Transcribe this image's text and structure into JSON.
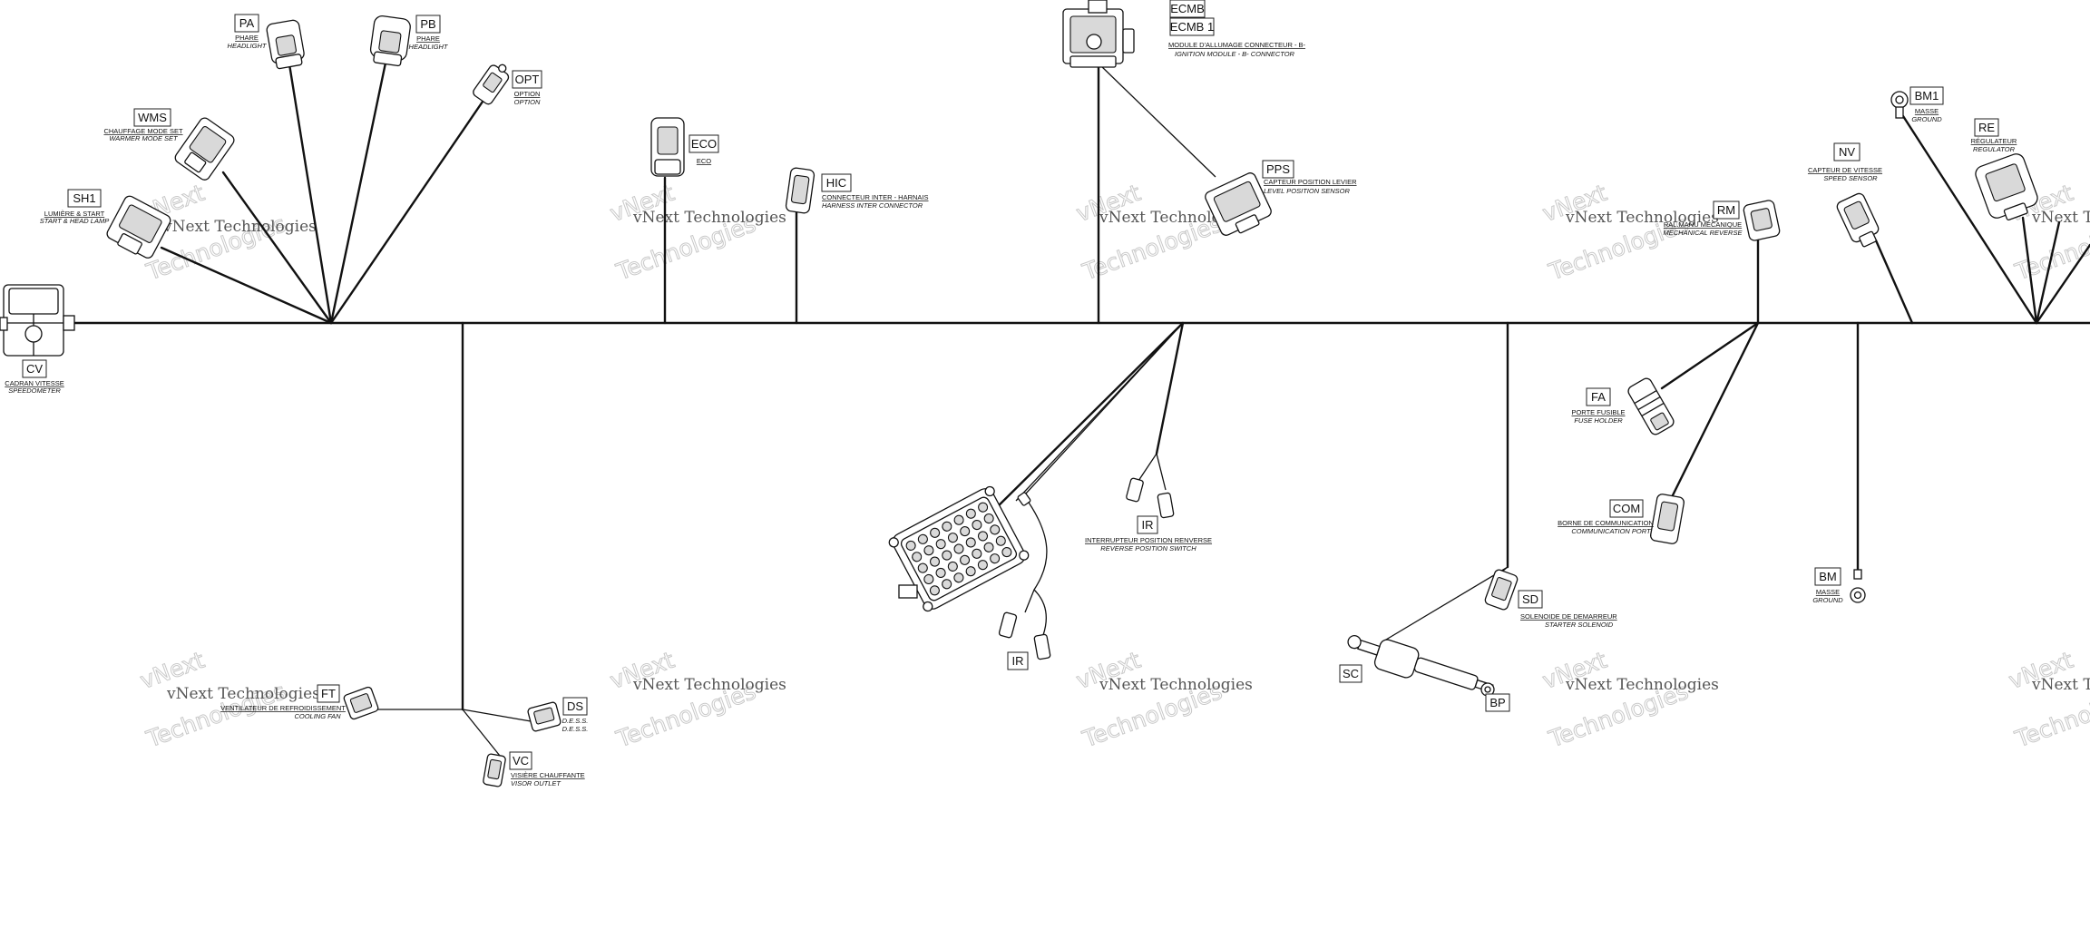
{
  "watermark": {
    "line1": "vNext Technologies",
    "line2": "Technologies",
    "line3": "vNext"
  },
  "connectors": {
    "PA": {
      "code": "PA",
      "fr": "PHARE",
      "en": "HEADLIGHT"
    },
    "PB": {
      "code": "PB",
      "fr": "PHARE",
      "en": "HEADLIGHT"
    },
    "OPT": {
      "code": "OPT",
      "fr": "OPTION",
      "en": "OPTION"
    },
    "WMS": {
      "code": "WMS",
      "fr": "CHAUFFAGE MODE SET",
      "en": "WARMER MODE SET"
    },
    "SH1": {
      "code": "SH1",
      "fr": "LUMIÈRE & START",
      "en": "START & HEAD LAMP"
    },
    "CV": {
      "code": "CV",
      "fr": "CADRAN VITESSE",
      "en": "SPEEDOMETER"
    },
    "ECO": {
      "code": "ECO",
      "fr": "ECO",
      "en": ""
    },
    "HIC": {
      "code": "HIC",
      "fr": "CONNECTEUR INTER - HARNAIS",
      "en": "HARNESS INTER CONNECTOR"
    },
    "ECMB": {
      "code": "ECMB",
      "code2": "ECMB 1",
      "fr": "MODULE D'ALLUMAGE CONNECTEUR - B-",
      "en": "IGNITION MODULE - B- CONNECTOR"
    },
    "PPS": {
      "code": "PPS",
      "fr": "CAPTEUR POSITION LEVIER",
      "en": "LEVEL POSITION SENSOR"
    },
    "RM": {
      "code": "RM",
      "fr": "RAL.MANU MECANIQUE",
      "en": "MECHANICAL REVERSE"
    },
    "NV": {
      "code": "NV",
      "fr": "CAPTEUR DE VITESSE",
      "en": "SPEED SENSOR"
    },
    "BM1": {
      "code": "BM1",
      "fr": "MASSE",
      "en": "GROUND"
    },
    "RE": {
      "code": "RE",
      "fr": "RÉGULATEUR",
      "en": "REGULATOR"
    },
    "FA": {
      "code": "FA",
      "fr": "PORTE FUSIBLE",
      "en": "FUSE HOLDER"
    },
    "COM": {
      "code": "COM",
      "fr": "BORNE DE COMMUNICATION",
      "en": "COMMUNICATION PORT"
    },
    "BM": {
      "code": "BM",
      "fr": "MASSE",
      "en": "GROUND"
    },
    "IR": {
      "code": "IR",
      "fr": "INTERRUPTEUR POSITION RENVERSE",
      "en": "REVERSE POSITION SWITCH"
    },
    "IR2": {
      "code": "IR"
    },
    "SD": {
      "code": "SD",
      "fr": "SOLENOIDE DE DEMARREUR",
      "en": "STARTER SOLENOID"
    },
    "SC": {
      "code": "SC"
    },
    "BP": {
      "code": "BP"
    },
    "FT": {
      "code": "FT",
      "fr": "VENTILATEUR DE REFROIDISSEMENT",
      "en": "COOLING FAN"
    },
    "DS": {
      "code": "DS",
      "fr": "D.E.S.S.",
      "en": "D.E.S.S."
    },
    "VC": {
      "code": "VC",
      "fr": "VISIÈRE CHAUFFANTE",
      "en": "VISOR OUTLET"
    }
  }
}
